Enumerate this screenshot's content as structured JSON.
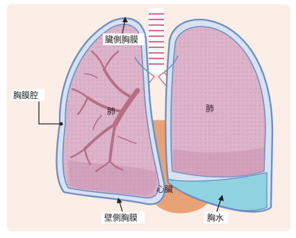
{
  "labels": {
    "visceral_pleura": "臟側胸膜",
    "pleural_cavity": "胸膜腔",
    "lung_left": "肺",
    "lung_right": "肺",
    "heart": "心臟",
    "parietal_pleura": "壁側胸膜",
    "pleural_effusion": "胸水"
  },
  "colors": {
    "background_panel": "#faeee6",
    "lung_fill": "#dcb2c8",
    "lung_shade": "#c993b1",
    "pleura_line": "#6d8fc4",
    "pleura_gap": "#d7e3f2",
    "bronchial_tree": "#b86d86",
    "heart": "#e9a275",
    "pleural_fluid": "#8fd2e0",
    "trachea_ring": "#d6718c"
  }
}
